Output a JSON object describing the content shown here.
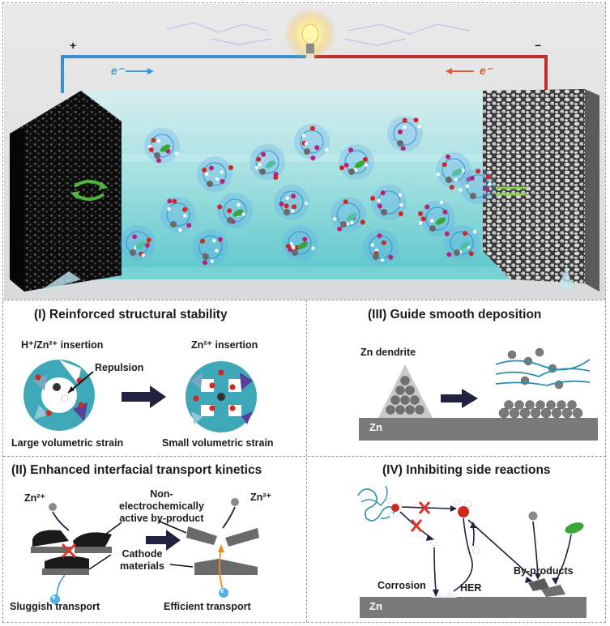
{
  "top": {
    "plus": "+",
    "minus": "−",
    "e_left": "e⁻",
    "e_right": "e⁻"
  },
  "panel1": {
    "title": "(I) Reinforced structural stability",
    "insertion_left": "H⁺/Zn²⁺ insertion",
    "insertion_right": "Zn²⁺ insertion",
    "repulsion": "Repulsion",
    "strain_large": "Large volumetric strain",
    "strain_small": "Small volumetric strain"
  },
  "panel3": {
    "title": "(III) Guide smooth deposition",
    "dendrite": "Zn dendrite",
    "zn": "Zn"
  },
  "panel2": {
    "title": "(II) Enhanced interfacial transport kinetics",
    "zn_left": "Zn²⁺",
    "zn_right": "Zn²⁺",
    "byproduct": "Non-\nelectrochemically\nactive by-product",
    "cathode": "Cathode\nmaterials",
    "sluggish": "Sluggish transport",
    "efficient": "Efficient transport",
    "e_small": "e"
  },
  "panel4": {
    "title": "(IV) Inhibiting side reactions",
    "corrosion": "Corrosion",
    "her": "HER",
    "byproducts": "By-products",
    "zn": "Zn"
  },
  "colors": {
    "wire_blue": "#3a8fd0",
    "wire_red": "#c0302a",
    "electrolyte": "#7fd6d6",
    "arrow_navy": "#1f2240",
    "cross_red": "#e0322a"
  }
}
